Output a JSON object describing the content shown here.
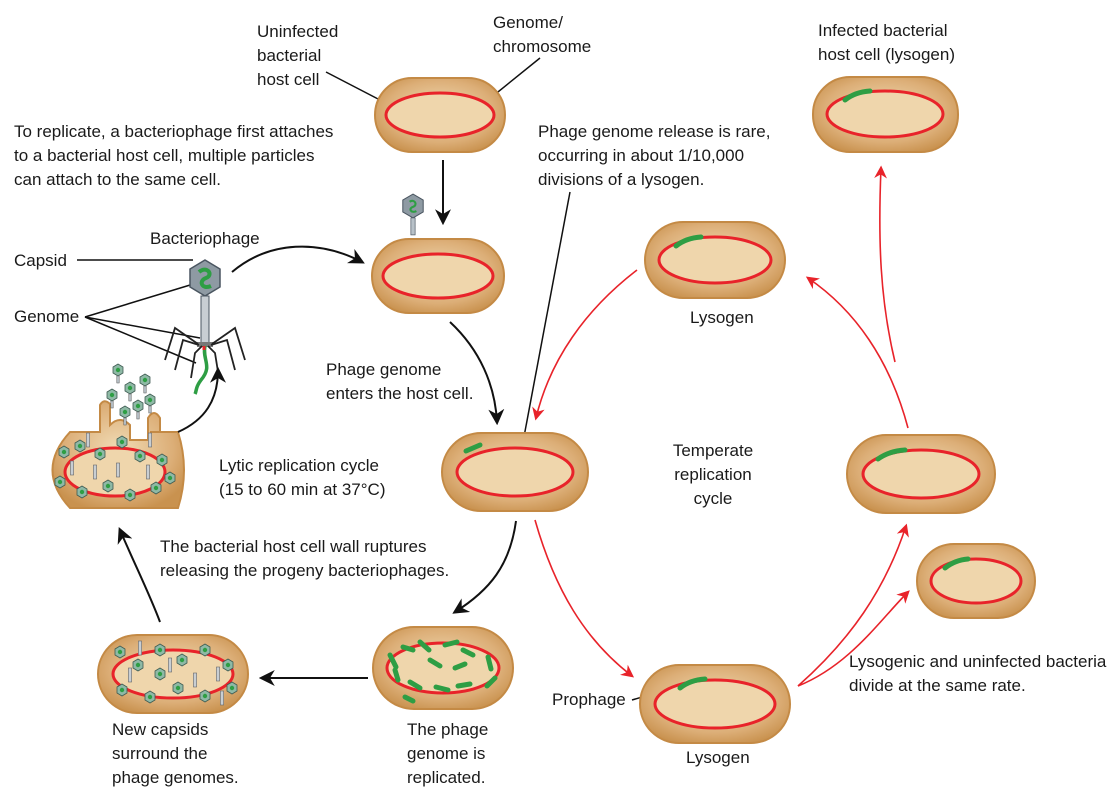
{
  "labels": {
    "uninfected_host": [
      "Uninfected",
      "bacterial",
      "host cell"
    ],
    "genome_chromosome": [
      "Genome/",
      "chromosome"
    ],
    "infected_lysogen": [
      "Infected bacterial",
      "host cell (lysogen)"
    ],
    "replicate_intro": [
      "To replicate, a bacteriophage first attaches",
      "to a bacterial host cell, multiple particles",
      "can attach to the same cell."
    ],
    "release_rare": [
      "Phage genome release is rare,",
      "occurring in about 1/10,000",
      "divisions of a  lysogen."
    ],
    "capsid": "Capsid",
    "bacteriophage": "Bacteriophage",
    "genome": "Genome",
    "enters": [
      "Phage genome",
      "enters the host cell."
    ],
    "lysogen_top": "Lysogen",
    "lytic_cycle": [
      "Lytic replication cycle",
      "(15 to 60 min at 37°C)"
    ],
    "temperate_cycle": [
      "Temperate",
      "replication",
      "cycle"
    ],
    "rupture": [
      "The bacterial host cell wall ruptures",
      "releasing the progeny bacteriophages."
    ],
    "divide_rate": [
      "Lysogenic and uninfected bacteria",
      "divide at the same rate."
    ],
    "new_capsids": [
      "New capsids",
      "surround the",
      "phage genomes."
    ],
    "replicated": [
      "The phage",
      "genome is",
      "replicated."
    ],
    "prophage": "Prophage",
    "lysogen_bottom": "Lysogen"
  },
  "colors": {
    "cell_fill": "#dcae77",
    "cell_inner": "#ead0a6",
    "cell_border": "#c48a45",
    "chromosome": "#e8232a",
    "phage_dna": "#2e9e44",
    "lytic_arrow": "#111111",
    "temperate_arrow": "#e8232a",
    "label_text": "#1a1a1a"
  }
}
